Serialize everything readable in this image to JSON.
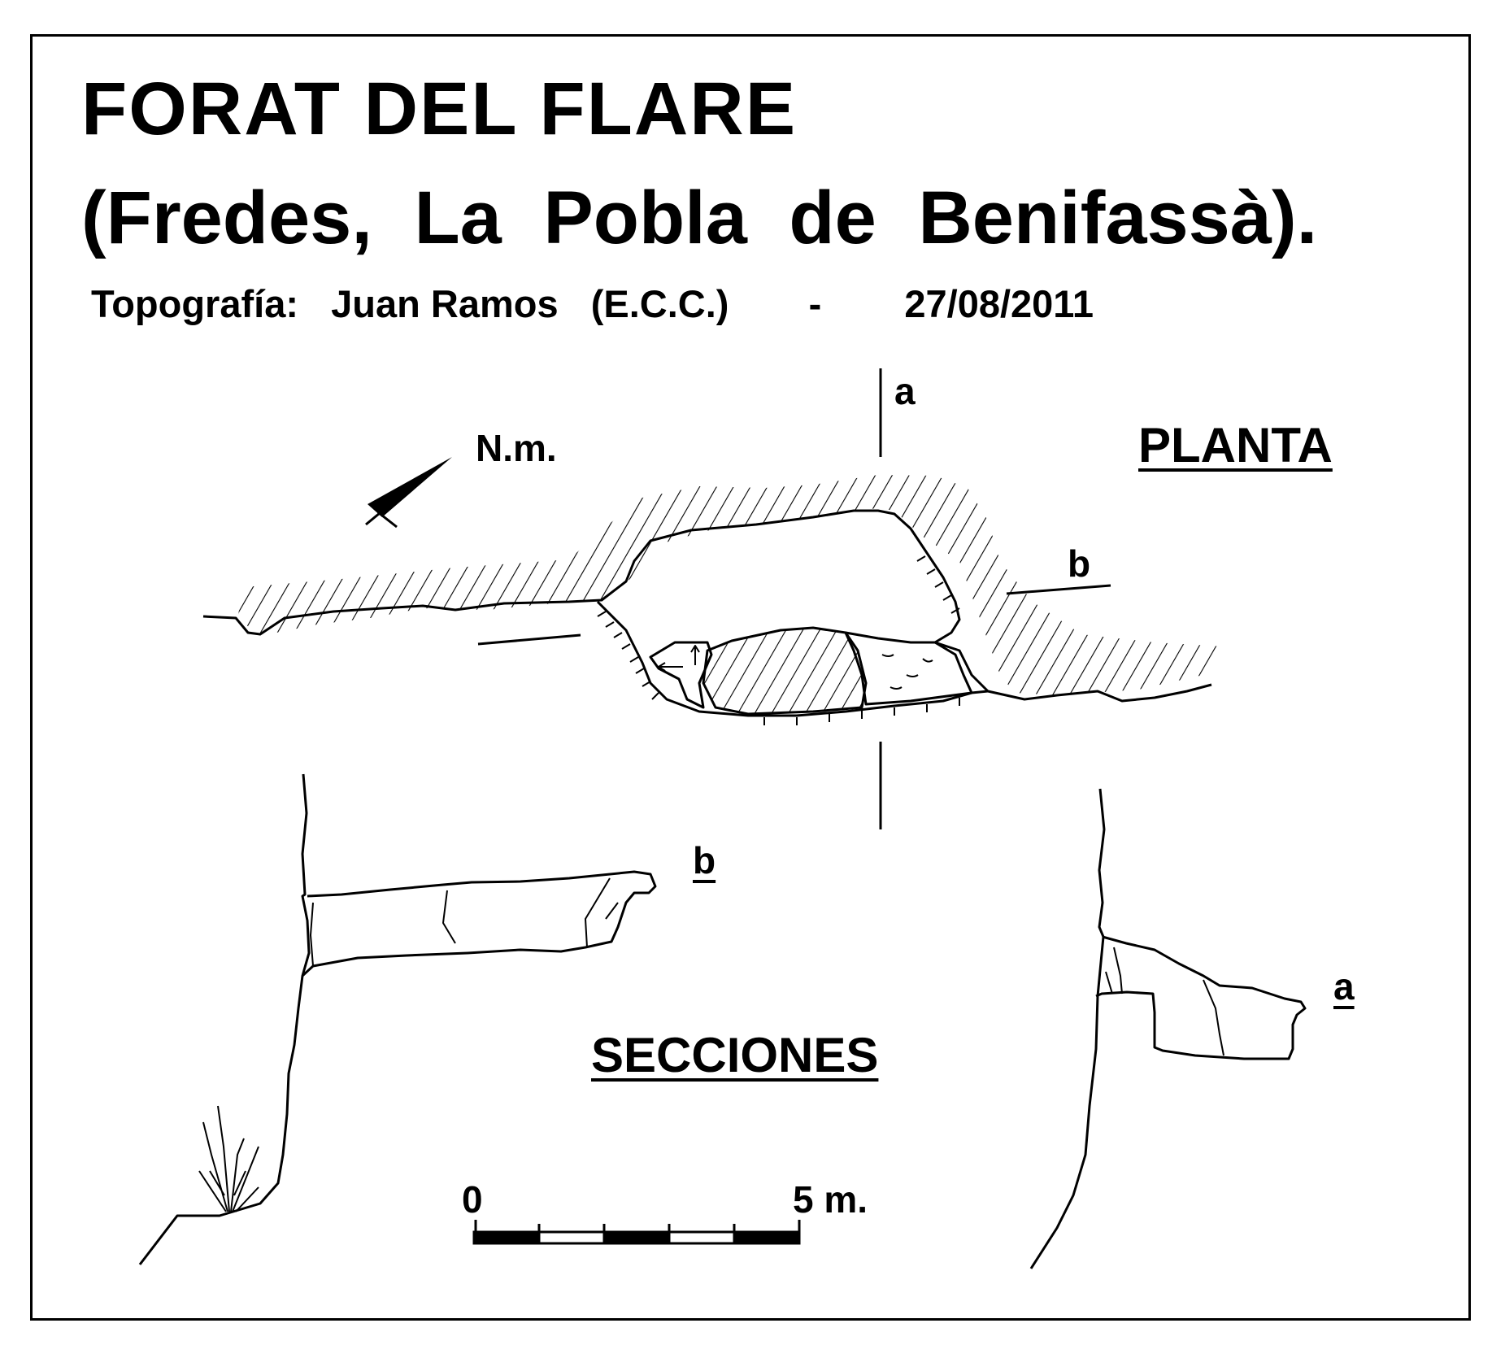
{
  "title": "FORAT DEL FLARE",
  "subtitle": "(Fredes, La Pobla de Benifassà).",
  "credits": {
    "label": "Topografía:",
    "author": "Juan Ramos",
    "group": "(E.C.C.)",
    "separator": "-",
    "date": "27/08/2011"
  },
  "plan": {
    "heading": "PLANTA",
    "north_label": "N.m.",
    "section_a_label": "a",
    "section_b_label": "b"
  },
  "sections": {
    "heading": "SECCIONES",
    "section_a_label": "a",
    "section_b_label": "b"
  },
  "scale": {
    "start_label": "0",
    "end_label": "5 m."
  }
}
